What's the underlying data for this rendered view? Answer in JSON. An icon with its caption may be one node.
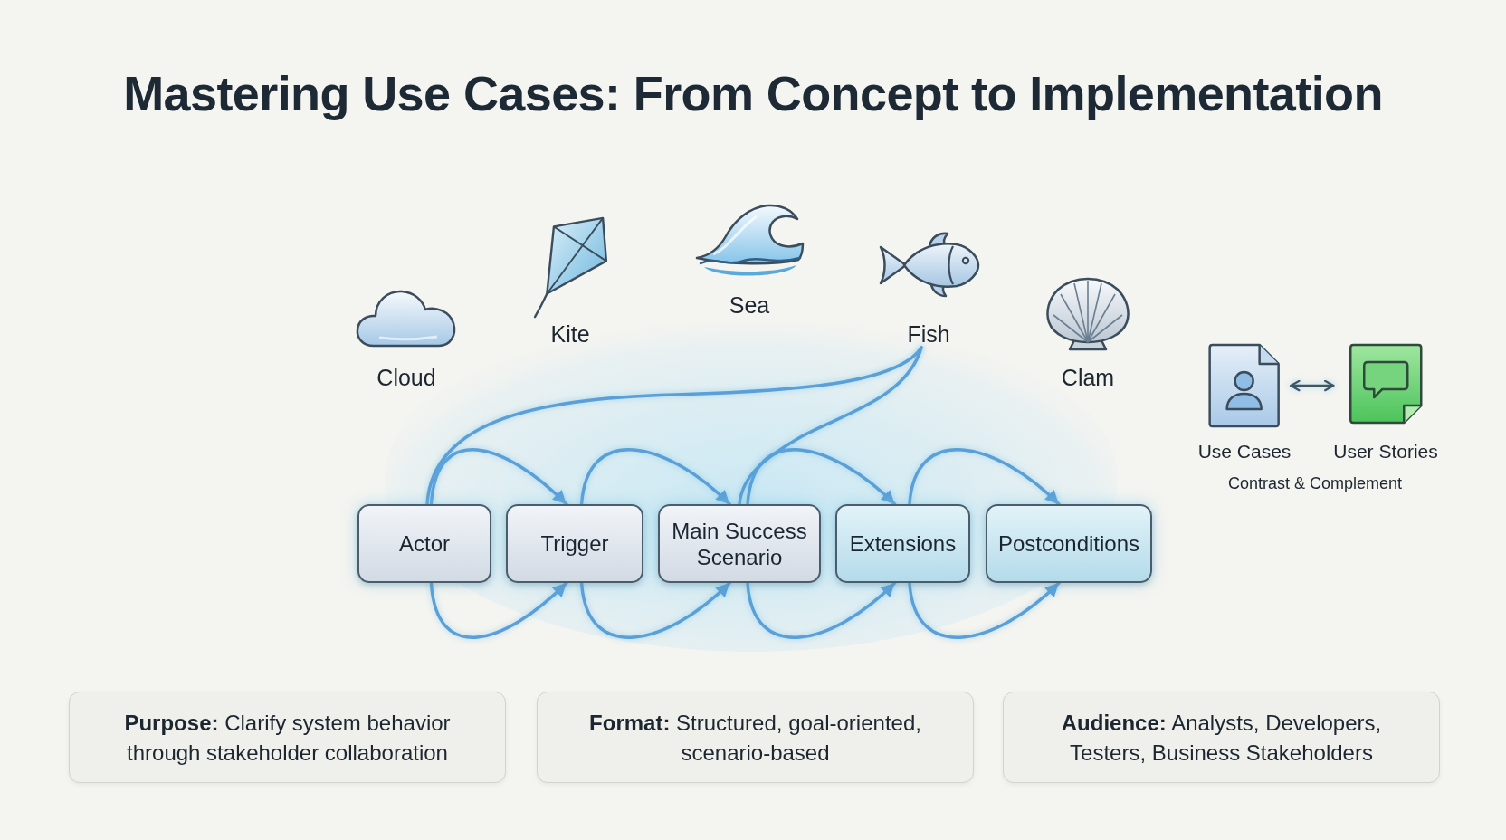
{
  "diagram": {
    "title": "Mastering Use Cases: From Concept to Implementation",
    "nodes": [
      {
        "text": [
          "Cloud"
        ]
      },
      {
        "text": [
          "Kite"
        ]
      },
      {
        "text": [
          "Sea"
        ]
      },
      {
        "text": [
          "Fish"
        ]
      },
      {
        "text": [
          "Clam"
        ]
      },
      {
        "text": [
          "Use Cases"
        ]
      },
      {
        "text": [
          "User Stories"
        ]
      },
      {
        "text": [
          "Actor"
        ]
      },
      {
        "text": [
          "Trigger"
        ]
      },
      {
        "text": [
          "Main Success Scenario"
        ]
      },
      {
        "text": [
          "Extensions"
        ]
      },
      {
        "text": [
          "Postconditions"
        ]
      },
      {
        "text": [
          "**Purpose:** Clarify system behavior through stakeholder collaboration"
        ]
      },
      {
        "text": [
          "**Format:** Structured, goal-oriented, scenario-based"
        ]
      },
      {
        "text": [
          "**Audience:** Analysts, Developers, Testers, Business Stakeholders"
        ]
      }
    ],
    "edges": [
      {
        "from": 7,
        "to": 8,
        "arrow": "to"
      },
      {
        "from": 8,
        "to": 9,
        "arrow": "to"
      },
      {
        "from": 9,
        "to": 10,
        "arrow": "to"
      },
      {
        "from": 10,
        "to": 11,
        "arrow": "to"
      },
      {
        "from": 7,
        "to": 8,
        "arrow": "to"
      },
      {
        "from": 8,
        "to": 9,
        "arrow": "to"
      },
      {
        "from": 9,
        "to": 10,
        "arrow": "to"
      },
      {
        "from": 10,
        "to": 11,
        "arrow": "to"
      },
      {
        "from": 3,
        "to": 7,
        "arrow": "none"
      },
      {
        "from": 3,
        "to": 9,
        "arrow": "none"
      },
      {
        "from": 5,
        "to": 6,
        "arrow": "both",
        "color": "#3e5566"
      }
    ],
    "labels": [
      "Contrast & Complement"
    ]
  }
}
